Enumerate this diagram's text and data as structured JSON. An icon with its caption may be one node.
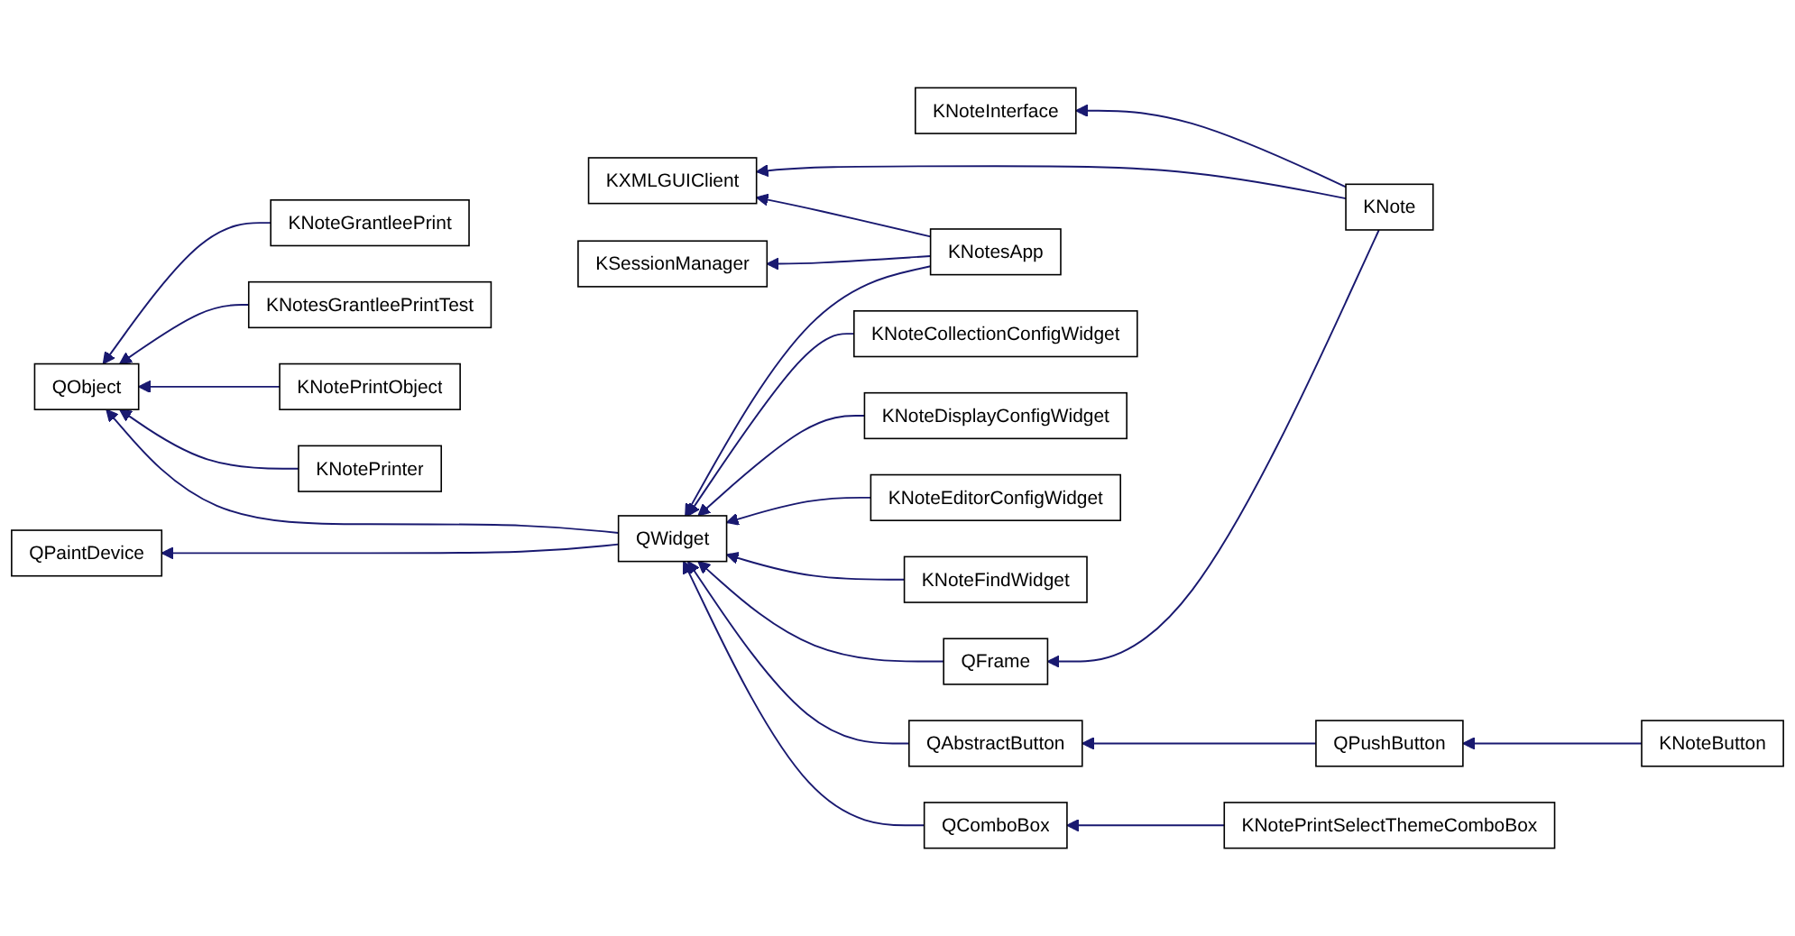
{
  "diagram": {
    "nodes": [
      {
        "text": [
          "KNoteInterface"
        ]
      },
      {
        "text": [
          "KXMLGUIClient"
        ]
      },
      {
        "text": [
          "KNote"
        ]
      },
      {
        "text": [
          "KSessionManager"
        ]
      },
      {
        "text": [
          "KNotesApp"
        ]
      },
      {
        "text": [
          "KNoteGrantleePrint"
        ]
      },
      {
        "text": [
          "KNoteCollectionConfigWidget"
        ]
      },
      {
        "text": [
          "KNotePrinter"
        ]
      },
      {
        "text": [
          "KNoteDisplayConfigWidget"
        ]
      },
      {
        "text": [
          "QObject"
        ]
      },
      {
        "text": [
          "KNotePrintObject"
        ]
      },
      {
        "text": [
          "KNoteEditorConfigWidget"
        ]
      },
      {
        "text": [
          "KNotesGrantleePrintTest"
        ]
      },
      {
        "text": [
          "KNoteFindWidget"
        ]
      },
      {
        "text": [
          "QPaintDevice"
        ]
      },
      {
        "text": [
          "QWidget"
        ]
      },
      {
        "text": [
          "QFrame"
        ]
      },
      {
        "text": [
          "QAbstractButton"
        ]
      },
      {
        "text": [
          "QPushButton"
        ]
      },
      {
        "text": [
          "KNoteButton"
        ]
      },
      {
        "text": [
          "QComboBox"
        ]
      },
      {
        "text": [
          "KNotePrintSelectThemeComboBox"
        ]
      }
    ],
    "edges": [
      {
        "from": 2,
        "to": 0,
        "arrow": "to"
      },
      {
        "from": 2,
        "to": 1,
        "arrow": "to"
      },
      {
        "from": 4,
        "to": 1,
        "arrow": "to"
      },
      {
        "from": 4,
        "to": 3,
        "arrow": "to"
      },
      {
        "from": 5,
        "to": 9,
        "arrow": "to"
      },
      {
        "from": 12,
        "to": 9,
        "arrow": "to"
      },
      {
        "from": 10,
        "to": 9,
        "arrow": "to"
      },
      {
        "from": 7,
        "to": 9,
        "arrow": "to"
      },
      {
        "from": 15,
        "to": 9,
        "arrow": "to"
      },
      {
        "from": 15,
        "to": 14,
        "arrow": "to"
      },
      {
        "from": 4,
        "to": 15,
        "arrow": "to"
      },
      {
        "from": 6,
        "to": 15,
        "arrow": "to"
      },
      {
        "from": 8,
        "to": 15,
        "arrow": "to"
      },
      {
        "from": 11,
        "to": 15,
        "arrow": "to"
      },
      {
        "from": 13,
        "to": 15,
        "arrow": "to"
      },
      {
        "from": 16,
        "to": 15,
        "arrow": "to"
      },
      {
        "from": 17,
        "to": 15,
        "arrow": "to"
      },
      {
        "from": 20,
        "to": 15,
        "arrow": "to"
      },
      {
        "from": 2,
        "to": 16,
        "arrow": "to"
      },
      {
        "from": 18,
        "to": 17,
        "arrow": "to"
      },
      {
        "from": 19,
        "to": 18,
        "arrow": "to"
      },
      {
        "from": 21,
        "to": 20,
        "arrow": "to"
      }
    ]
  }
}
